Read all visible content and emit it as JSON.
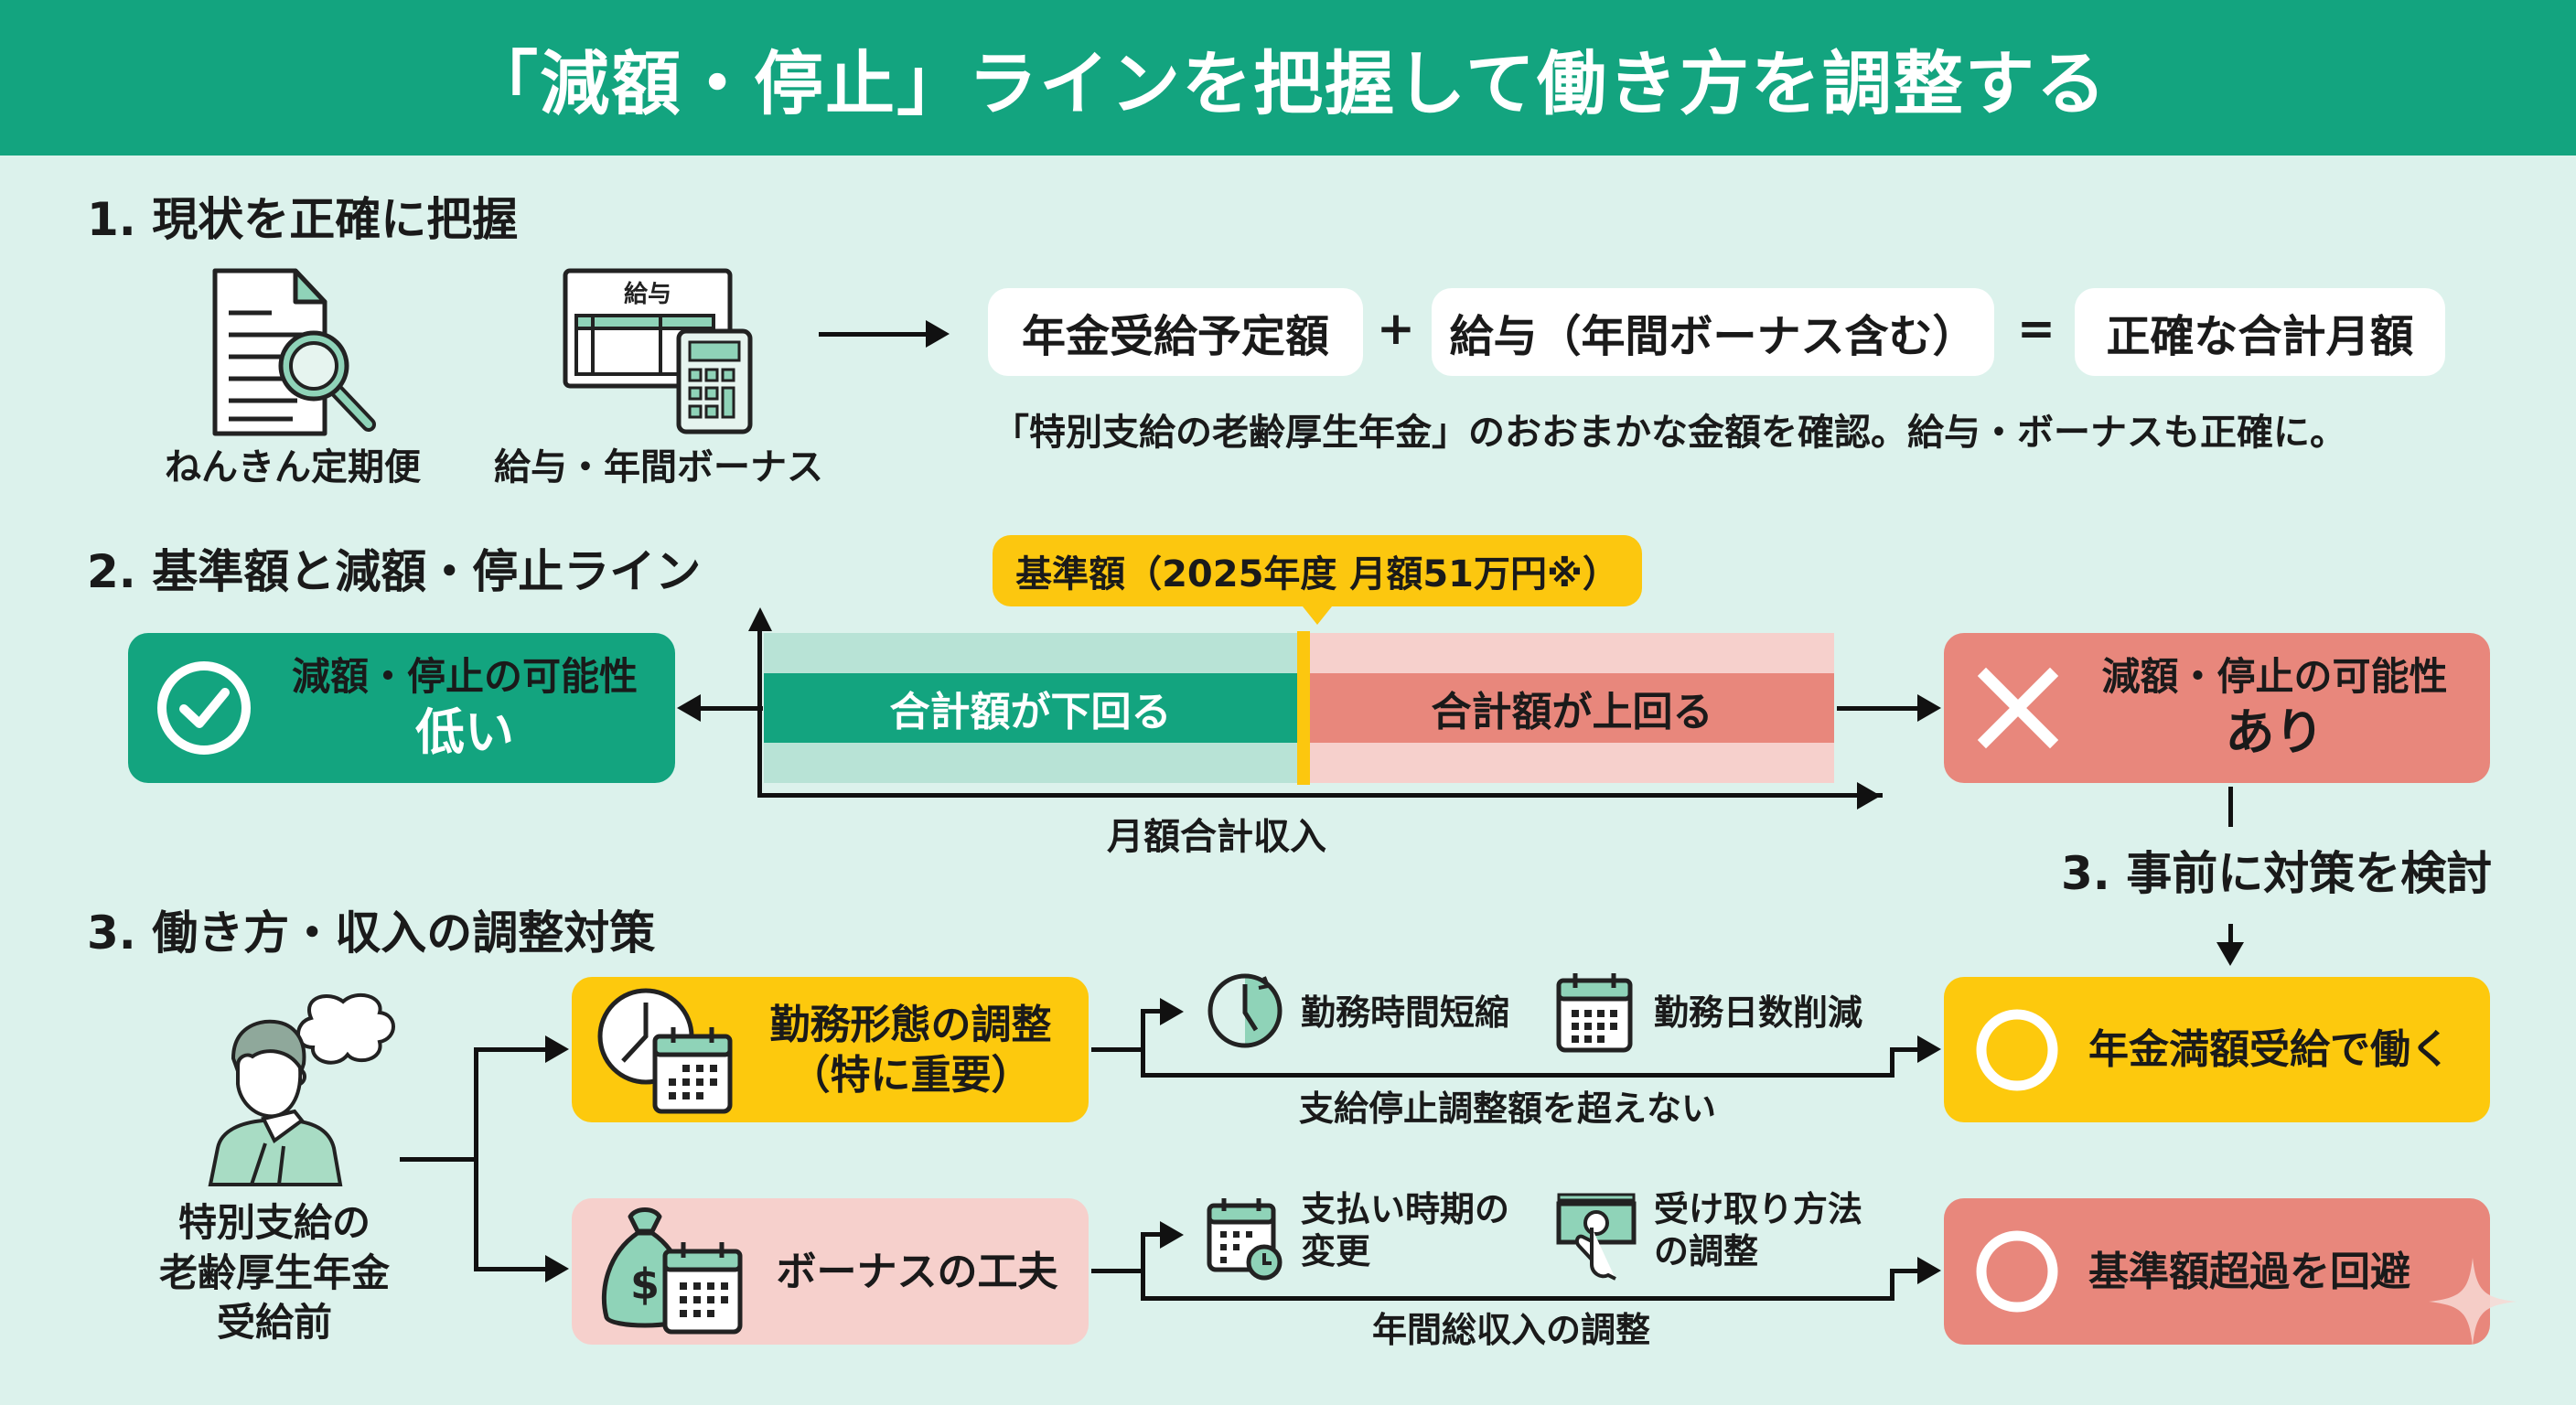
{
  "title": "「減額・停止」ラインを把握して働き方を調整する",
  "section1": {
    "heading": "1. 現状を正確に把握",
    "icon1_label": "ねんきん定期便",
    "icon2_label": "給与・年間ボーナス",
    "icon2_inner": "給与",
    "formula": {
      "term1": "年金受給予定額",
      "plus": "+",
      "term2": "給与（年間ボーナス含む）",
      "equals": "=",
      "result": "正確な合計月額"
    },
    "note": "「特別支給の老齢厚生年金」のおおまかな金額を確認。給与・ボーナスも正確に。"
  },
  "section2": {
    "heading": "2. 基準額と減額・停止ライン",
    "callout": "基準額（2025年度 月額51万円※）",
    "below_label": "合計額が下回る",
    "above_label": "合計額が上回る",
    "x_axis_label": "月額合計収入",
    "low_box": {
      "line1": "減額・停止の可能性",
      "line2": "低い"
    },
    "high_box": {
      "line1": "減額・停止の可能性",
      "line2": "あり"
    },
    "next_step": "3. 事前に対策を検討"
  },
  "section3": {
    "heading": "3. 働き方・収入の調整対策",
    "person_label": [
      "特別支給の",
      "老齢厚生年金",
      "受給前"
    ],
    "strategy1": {
      "title": [
        "勤務形態の調整",
        "（特に重要）"
      ],
      "option1": "勤務時間短縮",
      "option2": "勤務日数削減",
      "path_label": "支給停止調整額を超えない",
      "result": "年金満額受給で働く"
    },
    "strategy2": {
      "title": "ボーナスの工夫",
      "option1": [
        "支払い時期の",
        "変更"
      ],
      "option2": [
        "受け取り方法",
        "の調整"
      ],
      "path_label": "年間総収入の調整",
      "result": "基準額超過を回避"
    }
  },
  "colors": {
    "header": "#13a47f",
    "background": "#dcf2ec",
    "green": "#13a47f",
    "light_green": "#b8e3d6",
    "red": "#e8877c",
    "pink": "#f6d0cc",
    "yellow": "#fdc90d",
    "icon_green": "#8fd3b8"
  }
}
